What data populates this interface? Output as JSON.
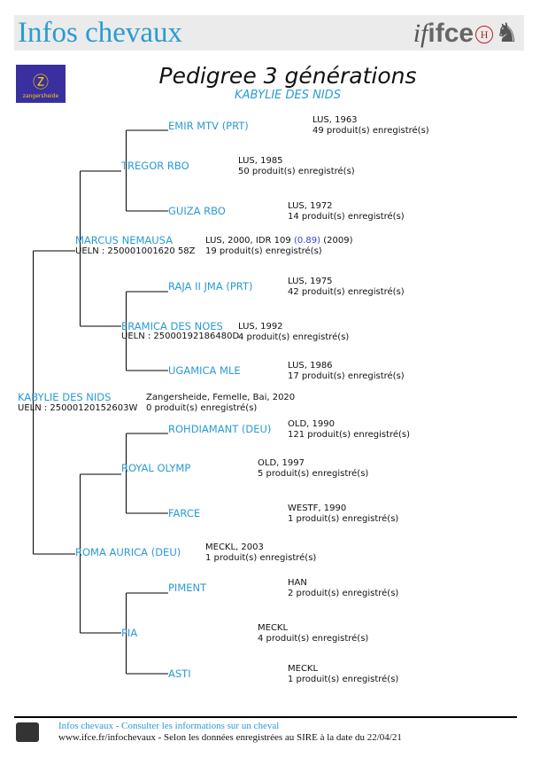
{
  "header": {
    "title": "Infos chevaux",
    "logo_text": "ifce",
    "logo_h": "H"
  },
  "studbook_logo": "zangersheide",
  "page": {
    "title": "Pedigree 3 générations",
    "horse_name": "KABYLIE DES NIDS"
  },
  "horses": [
    {
      "id": "emir",
      "name": "EMIR MTV (PRT)",
      "info1": "LUS, 1963",
      "info2": "49 produit(s) enregistré(s)"
    },
    {
      "id": "tregor",
      "name": "TREGOR RBO",
      "info1": "LUS, 1985",
      "info2": "50 produit(s) enregistré(s)"
    },
    {
      "id": "guiza",
      "name": "GUIZA RBO",
      "info1": "LUS, 1972",
      "info2": "14 produit(s) enregistré(s)"
    },
    {
      "id": "marcus",
      "name": "MARCUS NEMAUSA",
      "ueln": "UELN : 250001001620 58Z",
      "info1": "LUS, 2000, IDR 109",
      "idr": "(0.89)",
      "year": "(2009)",
      "info2": "19 produit(s) enregistré(s)"
    },
    {
      "id": "raja",
      "name": "RAJA II JMA (PRT)",
      "info1": "LUS, 1975",
      "info2": "42 produit(s) enregistré(s)"
    },
    {
      "id": "eramica",
      "name": "ERAMICA DES NOES",
      "ueln": "UELN : 25000192186480D",
      "info1": "LUS, 1992",
      "info2": "4 produit(s) enregistré(s)"
    },
    {
      "id": "ugamica",
      "name": "UGAMICA MLE",
      "info1": "LUS, 1986",
      "info2": "17 produit(s) enregistré(s)"
    },
    {
      "id": "kabylie",
      "name": "KABYLIE DES NIDS",
      "ueln": "UELN : 25000120152603W",
      "info1": "Zangersheide, Femelle, Bai, 2020",
      "info2": "0 produit(s) enregistré(s)"
    },
    {
      "id": "rohdiamant",
      "name": "ROHDIAMANT (DEU)",
      "info1": "OLD, 1990",
      "info2": "121 produit(s) enregistré(s)"
    },
    {
      "id": "royal",
      "name": "ROYAL OLYMP",
      "info1": "OLD, 1997",
      "info2": "5 produit(s) enregistré(s)"
    },
    {
      "id": "farce",
      "name": "FARCE",
      "info1": "WESTF, 1990",
      "info2": "1 produit(s) enregistré(s)"
    },
    {
      "id": "roma",
      "name": "ROMA AURICA (DEU)",
      "info1": "MECKL, 2003",
      "info2": "1 produit(s) enregistré(s)"
    },
    {
      "id": "piment",
      "name": "PIMENT",
      "info1": "HAN",
      "info2": "2 produit(s) enregistré(s)"
    },
    {
      "id": "pia",
      "name": "PIA",
      "info1": "MECKL",
      "info2": "4 produit(s) enregistré(s)"
    },
    {
      "id": "asti",
      "name": "ASTI",
      "info1": "MECKL",
      "info2": "1 produit(s) enregistré(s)"
    }
  ],
  "footer": {
    "line1": "Infos chevaux - Consulter les informations sur un cheval",
    "line2": "www.ifce.fr/infochevaux - Selon les données enregistrées au SIRE à la date du 22/04/21"
  }
}
